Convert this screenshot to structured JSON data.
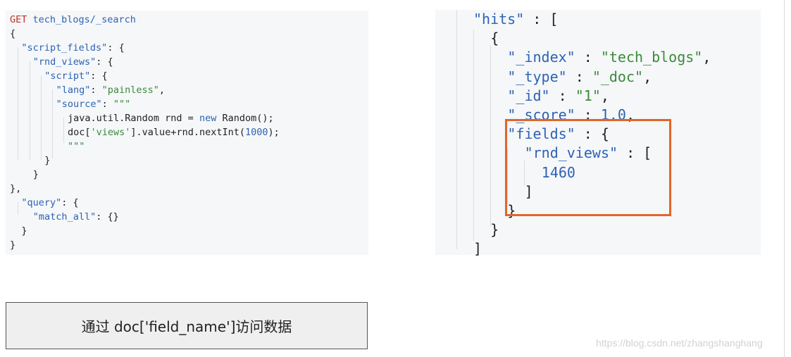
{
  "request": {
    "method": "GET",
    "endpoint": "tech_blogs/_search",
    "lines": [
      [
        {
          "t": "{",
          "c": "p"
        }
      ],
      [
        {
          "t": "\"script_fields\"",
          "c": "k"
        },
        {
          "t": ": {",
          "c": "p"
        }
      ],
      [
        {
          "t": "\"rnd_views\"",
          "c": "k"
        },
        {
          "t": ": {",
          "c": "p"
        }
      ],
      [
        {
          "t": "\"script\"",
          "c": "k"
        },
        {
          "t": ": {",
          "c": "p"
        }
      ],
      [
        {
          "t": "\"lang\"",
          "c": "k"
        },
        {
          "t": ": ",
          "c": "p"
        },
        {
          "t": "\"painless\"",
          "c": "s"
        },
        {
          "t": ",",
          "c": "p"
        }
      ],
      [
        {
          "t": "\"source\"",
          "c": "k"
        },
        {
          "t": ": ",
          "c": "p"
        },
        {
          "t": "\"\"\"",
          "c": "s"
        }
      ],
      [
        {
          "t": "java.util.Random rnd = ",
          "c": "t"
        },
        {
          "t": "new",
          "c": "kw"
        },
        {
          "t": " Random();",
          "c": "t"
        }
      ],
      [
        {
          "t": "doc[",
          "c": "t"
        },
        {
          "t": "'views'",
          "c": "s"
        },
        {
          "t": "].value+rnd.nextInt(",
          "c": "t"
        },
        {
          "t": "1000",
          "c": "n"
        },
        {
          "t": ");",
          "c": "t"
        }
      ],
      [
        {
          "t": "\"\"\"",
          "c": "s"
        }
      ],
      [
        {
          "t": "}",
          "c": "p"
        }
      ],
      [
        {
          "t": "}",
          "c": "p"
        }
      ],
      [
        {
          "t": "},",
          "c": "p"
        }
      ],
      [
        {
          "t": "\"query\"",
          "c": "k"
        },
        {
          "t": ": {",
          "c": "p"
        }
      ],
      [
        {
          "t": "\"match_all\"",
          "c": "k"
        },
        {
          "t": ": {}",
          "c": "p"
        }
      ],
      [
        {
          "t": "}",
          "c": "p"
        }
      ],
      [
        {
          "t": "}",
          "c": "p"
        }
      ]
    ]
  },
  "response": {
    "lines": [
      [
        {
          "t": "\"hits\"",
          "c": "k"
        },
        {
          "t": " : [",
          "c": "p"
        }
      ],
      [
        {
          "t": "{",
          "c": "p"
        }
      ],
      [
        {
          "t": "\"_index\"",
          "c": "k"
        },
        {
          "t": " : ",
          "c": "p"
        },
        {
          "t": "\"tech_blogs\"",
          "c": "s"
        },
        {
          "t": ",",
          "c": "p"
        }
      ],
      [
        {
          "t": "\"_type\"",
          "c": "k"
        },
        {
          "t": " : ",
          "c": "p"
        },
        {
          "t": "\"_doc\"",
          "c": "s"
        },
        {
          "t": ",",
          "c": "p"
        }
      ],
      [
        {
          "t": "\"_id\"",
          "c": "k"
        },
        {
          "t": " : ",
          "c": "p"
        },
        {
          "t": "\"1\"",
          "c": "s"
        },
        {
          "t": ",",
          "c": "p"
        }
      ],
      [
        {
          "t": "\"_score\"",
          "c": "k"
        },
        {
          "t": " : ",
          "c": "p"
        },
        {
          "t": "1.0",
          "c": "n"
        },
        {
          "t": ",",
          "c": "p"
        }
      ],
      [
        {
          "t": "\"fields\"",
          "c": "k"
        },
        {
          "t": " : {",
          "c": "p"
        }
      ],
      [
        {
          "t": "\"rnd_views\"",
          "c": "k"
        },
        {
          "t": " : [",
          "c": "p"
        }
      ],
      [
        {
          "t": "1460",
          "c": "n"
        }
      ],
      [
        {
          "t": "]",
          "c": "p"
        }
      ],
      [
        {
          "t": "}",
          "c": "p"
        }
      ],
      [
        {
          "t": "}",
          "c": "p"
        }
      ],
      [
        {
          "t": "]",
          "c": "p"
        }
      ]
    ]
  },
  "caption": "通过 doc['field_name']访问数据",
  "watermark": "https://blog.csdn.net/zhangshanghang",
  "colors": {
    "key": "#2e62b3",
    "string": "#3c8a3a",
    "method": "#c0352b",
    "highlight_border": "#e0662a",
    "panel_bg": "#f5f7f9"
  }
}
